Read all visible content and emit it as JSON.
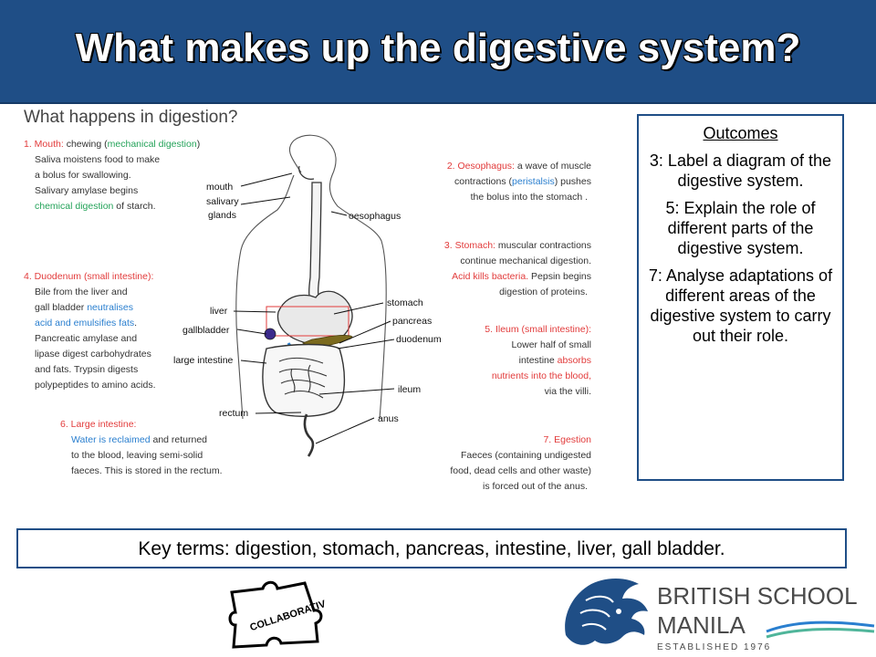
{
  "title": "What makes up the digestive system?",
  "diagram": {
    "heading": "What happens in digestion?",
    "mouth": [
      "1. Mouth:",
      " chewing (",
      "mechanical digestion",
      ")",
      "Saliva moistens food to make",
      "a bolus for swallowing.",
      "Salivary amylase begins",
      "chemical digestion",
      " of starch."
    ],
    "oesophagus": [
      "2. Oesophagus:",
      " a wave of muscle",
      "contractions (",
      "peristalsis",
      ") pushes",
      "the bolus into the stomach ."
    ],
    "stomach": [
      "3. Stomach:",
      " muscular contractions",
      "continue mechanical digestion.",
      "Acid kills bacteria.",
      " Pepsin begins",
      "digestion of proteins."
    ],
    "duodenum": [
      "4. Duodenum (small intestine):",
      "Bile from the liver and",
      "gall bladder ",
      "neutralises",
      "acid and emulsifies fats",
      ".",
      "Pancreatic amylase and",
      "lipase digest carbohydrates",
      "and fats. Trypsin digests",
      "polypeptides to amino acids."
    ],
    "ileum": [
      "5. Ileum (small intestine):",
      "Lower half of small",
      "intestine ",
      "absorbs",
      "nutrients  into the blood,",
      "via the villi."
    ],
    "large": [
      "6. Large intestine:",
      "Water is reclaimed",
      " and returned",
      "to the blood, leaving semi-solid",
      "faeces. This is stored in the rectum."
    ],
    "egestion": [
      "7. Egestion",
      "Faeces (containing undigested",
      "food, dead cells and other waste)",
      "is forced out of the anus."
    ],
    "labels": {
      "mouth": "mouth",
      "salivary": "salivary",
      "glands": "glands",
      "oesophagus": "oesophagus",
      "liver": "liver",
      "gallbladder": "gallbladder",
      "large_intestine": "large intestine",
      "rectum": "rectum",
      "stomach": "stomach",
      "pancreas": "pancreas",
      "duodenum": "duodenum",
      "ileum": "ileum",
      "anus": "anus"
    }
  },
  "outcomes": {
    "heading": "Outcomes",
    "items": [
      "3: Label a diagram of the digestive system.",
      "5: Explain the role of different parts of the digestive system.",
      "7: Analyse adaptations of different areas of the digestive system to carry out their role."
    ]
  },
  "key_terms": "Key terms: digestion, stomach, pancreas, intestine, liver, gall bladder.",
  "badge": "COLLABORATIVE",
  "logo": {
    "line1": "BRITISH SCHOOL",
    "line2": "MANILA",
    "line3": "ESTABLISHED 1976"
  },
  "colors": {
    "title_bar": "#1f4e86",
    "stage_red": "#e23b3b",
    "highlight_green": "#25a35a",
    "highlight_blue": "#2a7fcf"
  }
}
